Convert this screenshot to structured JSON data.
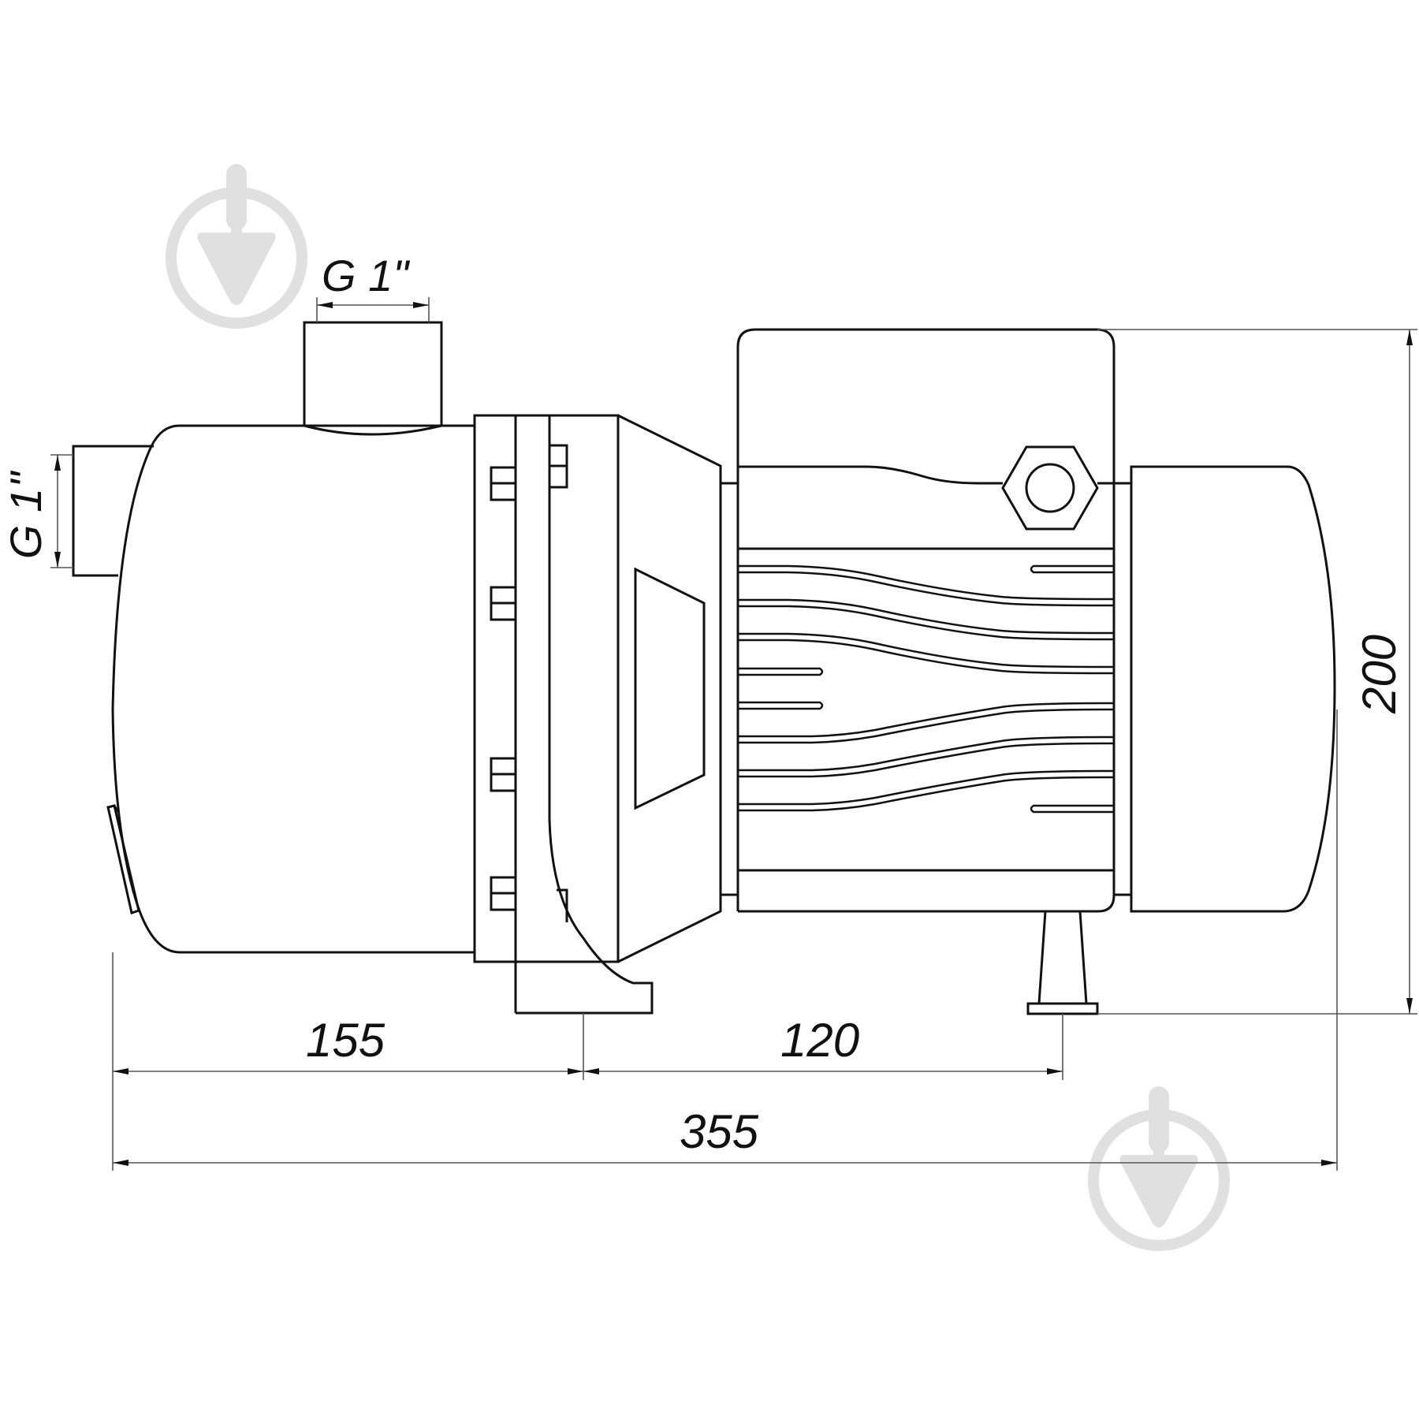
{
  "drawing": {
    "subject": "Surface jet pump, side view with overall dimensions",
    "line_color": "#111111",
    "watermark_color": "#e0e0e0",
    "units": "mm"
  },
  "dimensions": {
    "outlet_top": {
      "label": "G 1\"",
      "orientation": "horizontal"
    },
    "inlet_side": {
      "label": "G 1\"",
      "orientation": "vertical"
    },
    "pump_to_support": {
      "label": "155",
      "orientation": "horizontal"
    },
    "support_to_foot": {
      "label": "120",
      "orientation": "horizontal"
    },
    "overall_length": {
      "label": "355",
      "orientation": "horizontal"
    },
    "overall_height": {
      "label": "200",
      "orientation": "vertical"
    }
  },
  "parts": [
    {
      "id": "pump-housing",
      "name": "Pump housing"
    },
    {
      "id": "outlet-top",
      "name": "Discharge port G 1\""
    },
    {
      "id": "inlet-side",
      "name": "Suction port G 1\""
    },
    {
      "id": "flange",
      "name": "Housing flange with bolts"
    },
    {
      "id": "support-bracket",
      "name": "Front support foot"
    },
    {
      "id": "motor-adapter",
      "name": "Motor adapter cone"
    },
    {
      "id": "terminal-box",
      "name": "Terminal box with cable gland"
    },
    {
      "id": "motor-body",
      "name": "Finned motor body"
    },
    {
      "id": "fan-cover",
      "name": "Fan cover"
    },
    {
      "id": "rear-foot",
      "name": "Rear motor foot"
    }
  ],
  "watermarks": [
    {
      "name": "watermark-logo-top"
    },
    {
      "name": "watermark-logo-bottom"
    }
  ]
}
